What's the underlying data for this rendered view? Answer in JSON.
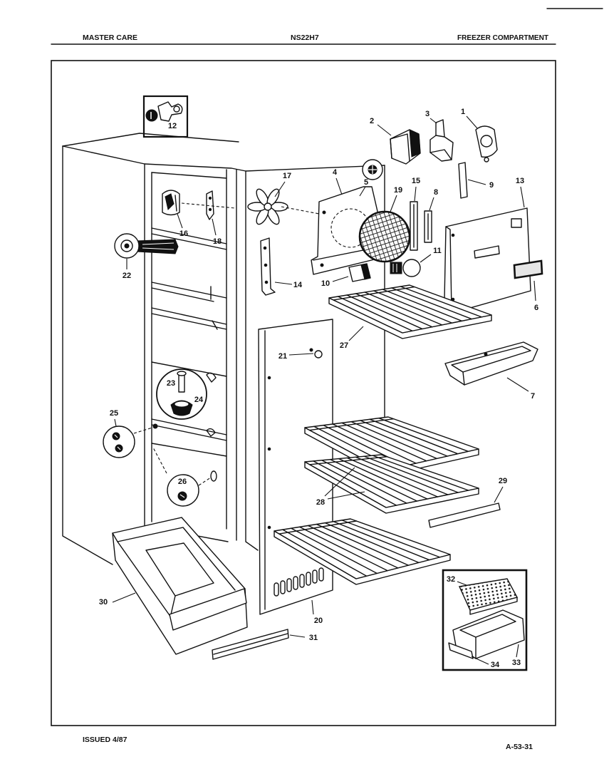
{
  "header": {
    "brand": "MASTER CARE",
    "model": "NS22H7",
    "section": "FREEZER COMPARTMENT"
  },
  "footer": {
    "issued": "ISSUED 4/87",
    "page_code": "A-53-31"
  },
  "part_labels": {
    "p1": "1",
    "p2": "2",
    "p3": "3",
    "p4": "4",
    "p5": "5",
    "p6": "6",
    "p7": "7",
    "p8": "8",
    "p9": "9",
    "p10": "10",
    "p11": "11",
    "p12": "12",
    "p13": "13",
    "p14": "14",
    "p15": "15",
    "p16": "16",
    "p17": "17",
    "p18": "18",
    "p19": "19",
    "p20": "20",
    "p21": "21",
    "p22": "22",
    "p23": "23",
    "p24": "24",
    "p25": "25",
    "p26": "26",
    "p27": "27",
    "p28": "28",
    "p29": "29",
    "p30": "30",
    "p31": "31",
    "p32": "32",
    "p33": "33",
    "p34": "34"
  }
}
